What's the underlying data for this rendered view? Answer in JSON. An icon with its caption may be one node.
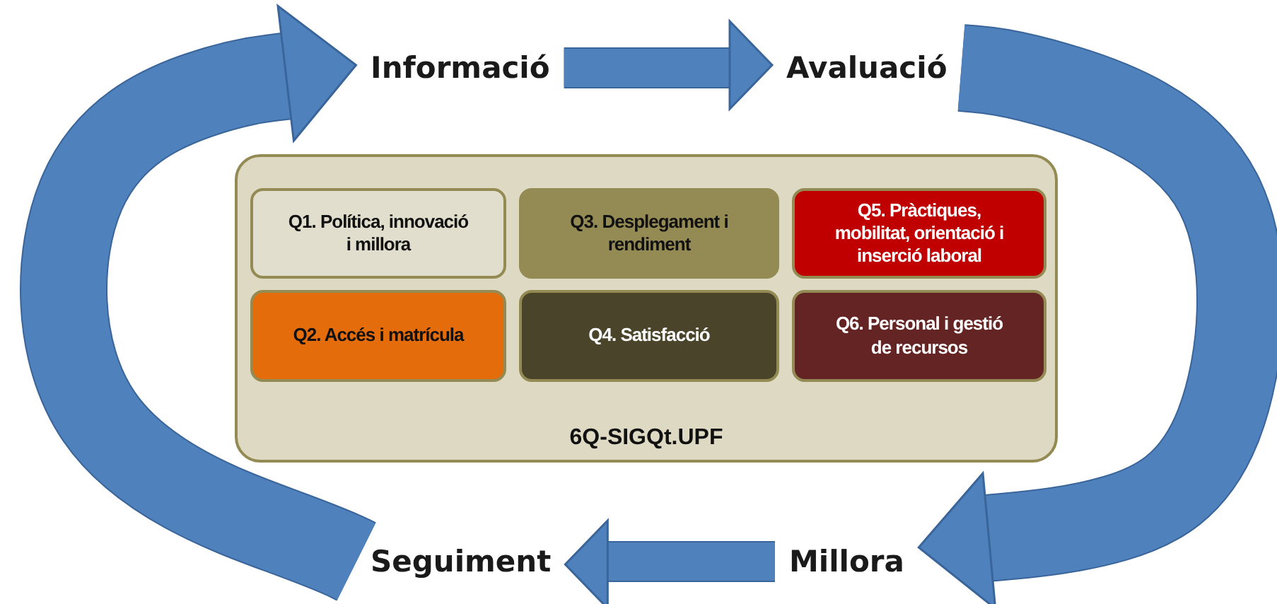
{
  "diagram": {
    "nodes": [
      {
        "text": [
          "Informació"
        ]
      },
      {
        "text": [
          "Avaluació"
        ]
      },
      {
        "text": [
          "Millora"
        ]
      },
      {
        "text": [
          "Seguiment"
        ]
      },
      {
        "text": [
          "6Q-SIGQt.UPF"
        ]
      },
      {
        "text": [
          "Q1. Política, innovació i millora"
        ],
        "in": 4
      },
      {
        "text": [
          "Q3. Desplegament i rendiment"
        ],
        "in": 4
      },
      {
        "text": [
          "Q5. Pràctiques, mobilitat, orientació i inserció laboral"
        ],
        "in": 4
      },
      {
        "text": [
          "Q2. Accés i matrícula"
        ],
        "in": 4
      },
      {
        "text": [
          "Q4. Satisfacció"
        ],
        "in": 4
      },
      {
        "text": [
          "Q6. Personal i gestió de recursos"
        ],
        "in": 4
      }
    ],
    "edges": [
      {
        "from": 0,
        "to": 1,
        "arrow": "to"
      },
      {
        "from": 1,
        "to": 2,
        "arrow": "to",
        "style": "thick"
      },
      {
        "from": 2,
        "to": 3,
        "arrow": "to"
      },
      {
        "from": 3,
        "to": 0,
        "arrow": "to",
        "style": "thick"
      }
    ]
  }
}
